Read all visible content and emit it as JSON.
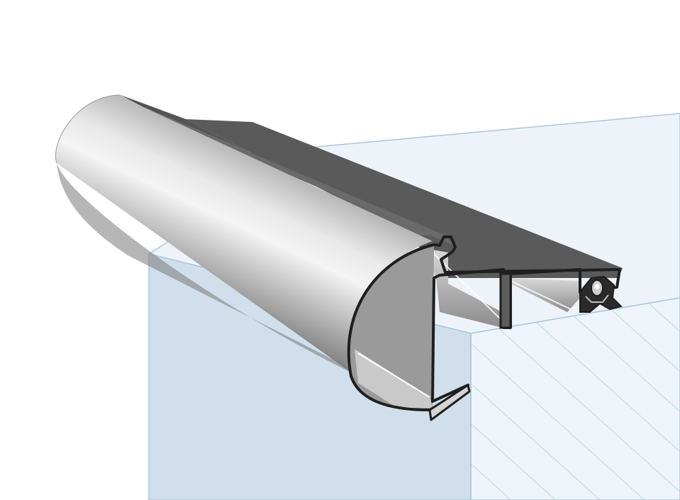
{
  "illustration": {
    "colors": {
      "background": "#ffffff",
      "counter_top": "#edf3f8",
      "counter_side": "#d0dfeb",
      "counter_section": "#eef4f9",
      "counter_edge": "#a9c7db",
      "hatch": "#a9c7db",
      "profile_outline": "#1f1f1f",
      "profile_back": "#5e5e5e",
      "profile_channel": "#9a9a9a",
      "profile_light": "#efefef",
      "profile_dark": "#6e6e6e"
    },
    "icons": [
      "aluminium-edge-profile",
      "countertop-block",
      "rubber-seal"
    ]
  }
}
